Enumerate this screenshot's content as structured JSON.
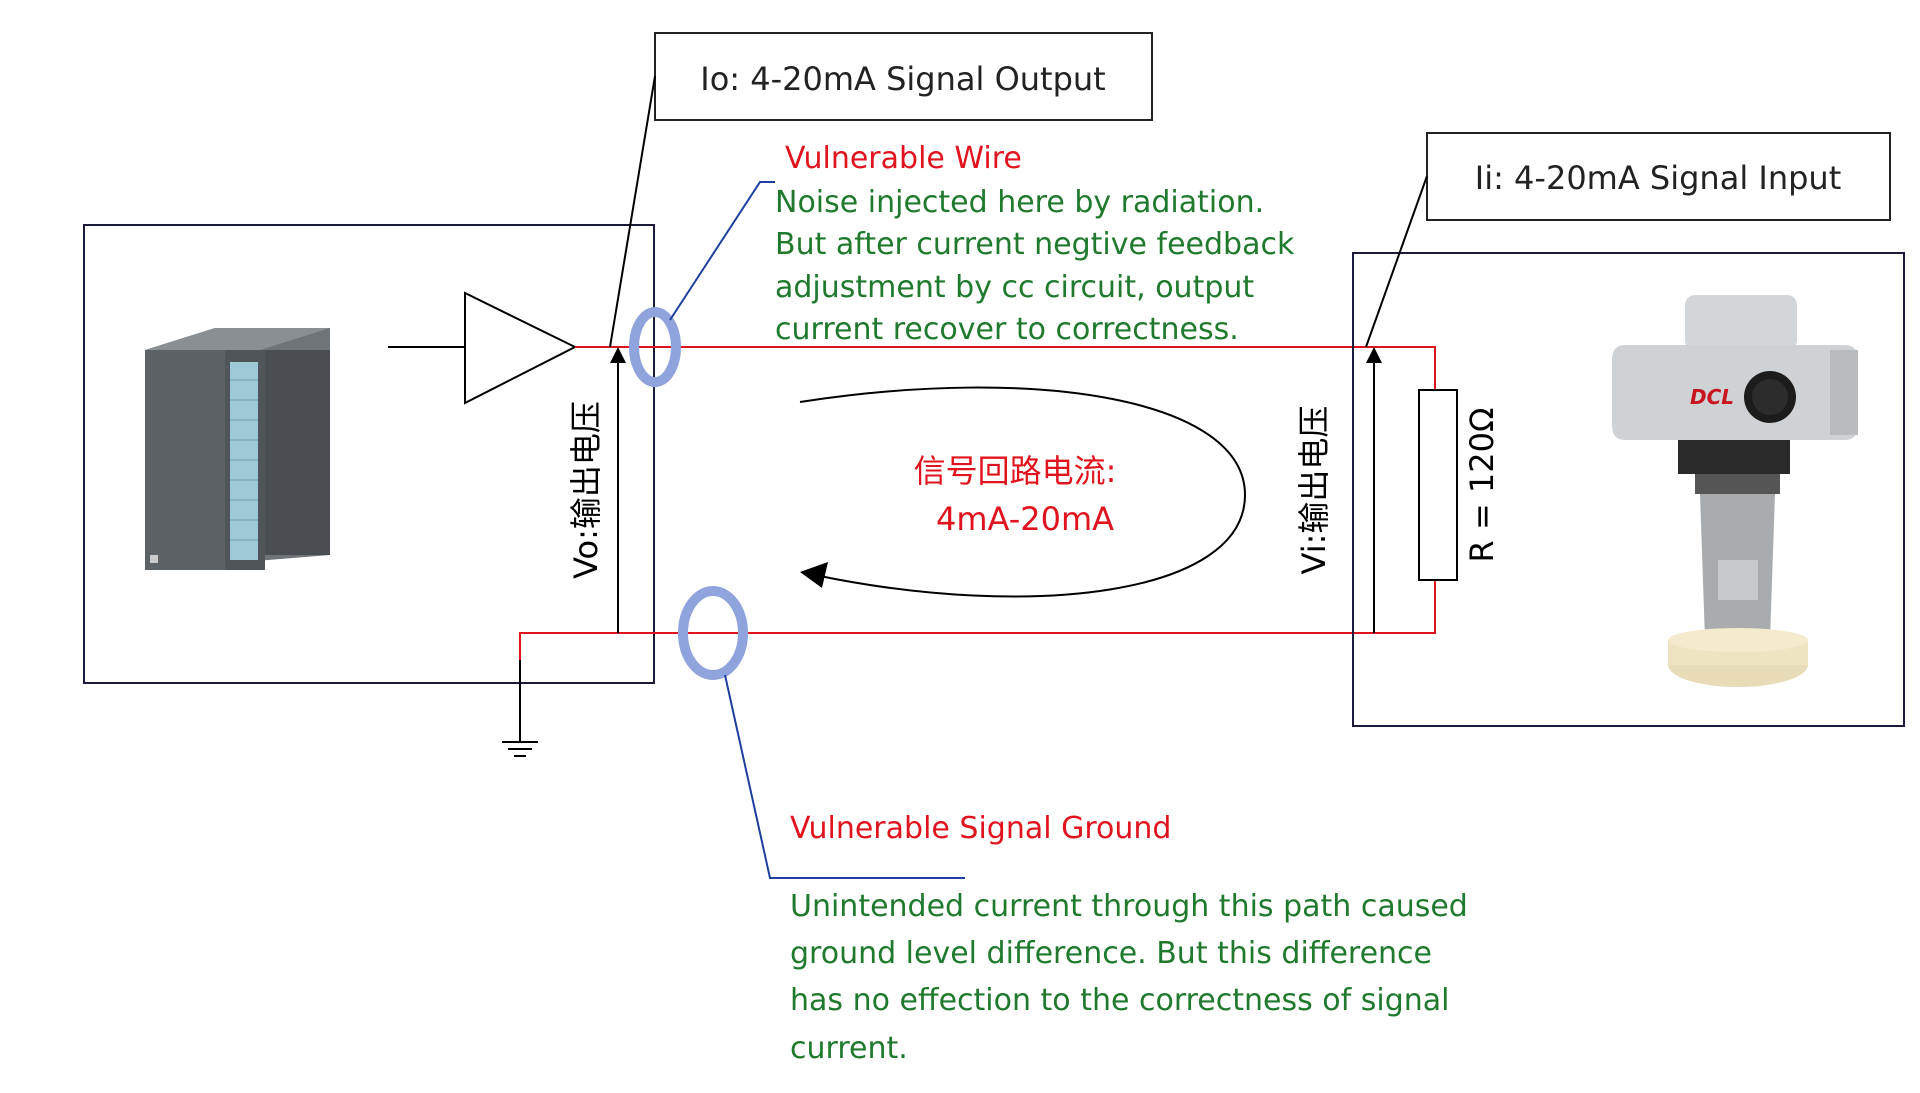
{
  "output_label": "Io: 4-20mA Signal Output",
  "input_label": "Ii:  4-20mA Signal Input",
  "vulnerable_wire": {
    "title": "Vulnerable Wire",
    "lines": [
      "Noise injected here by radiation.",
      "But after current negtive feedback",
      "adjustment by cc circuit, output",
      "current recover to correctness."
    ]
  },
  "vulnerable_ground": {
    "title": "Vulnerable Signal Ground",
    "lines": [
      "Unintended current through this path caused",
      "ground level difference. But this difference",
      "has no effection to the correctness of signal",
      "current."
    ]
  },
  "loop": {
    "line1": "信号回路电流:",
    "line2": "4mA-20mA"
  },
  "vo_label": "Vo:输出电压",
  "vi_label": "Vi:输出电压",
  "resistor_label": "R = 120Ω",
  "actuator_logo": "DCL",
  "colors": {
    "signal_wire": "#e0141e",
    "callout_line": "#1f3fa0",
    "ring": "#8fa3dc",
    "note_text": "#1f7a2e",
    "title_text": "#e0141e"
  }
}
